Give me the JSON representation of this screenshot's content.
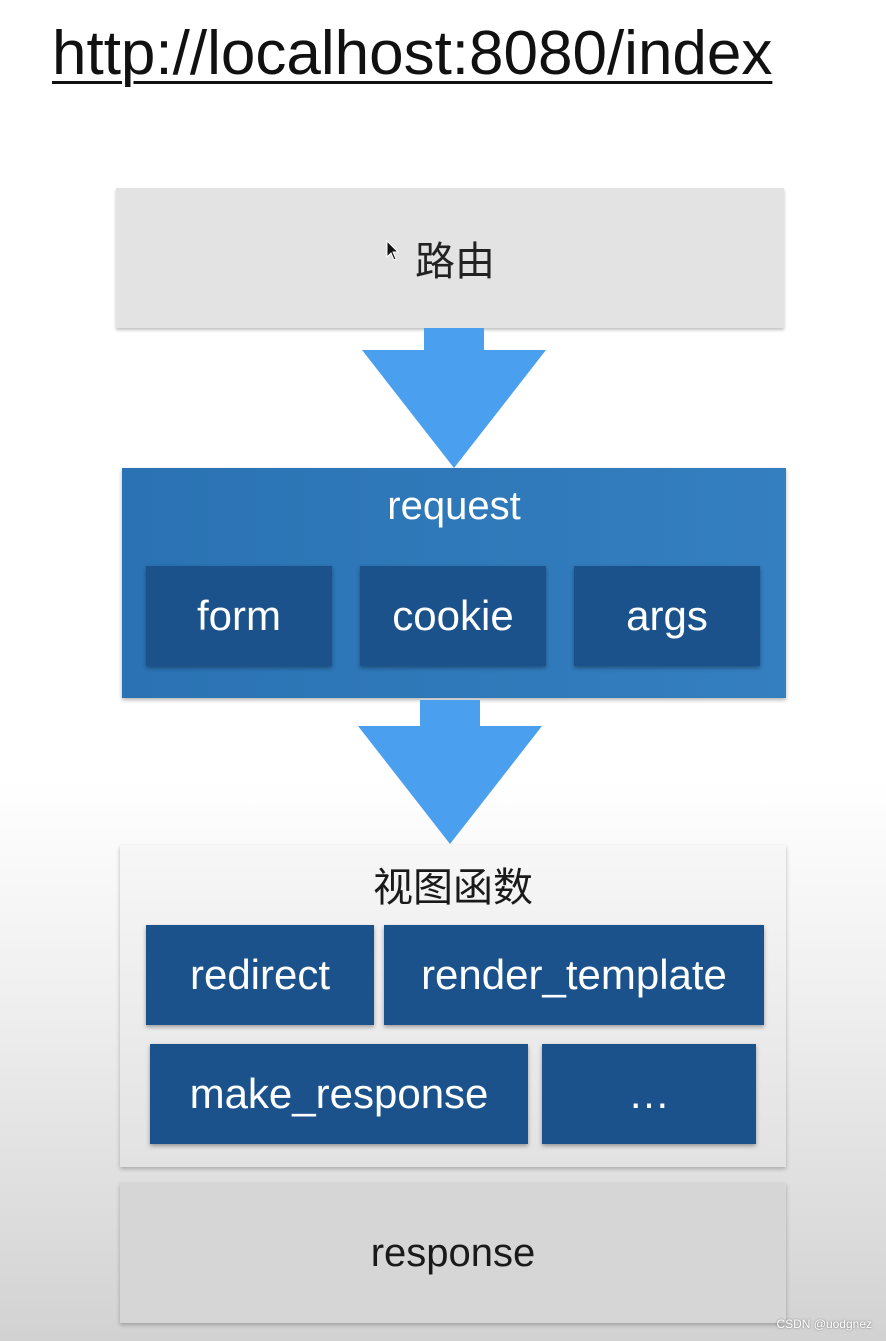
{
  "url": "http://localhost:8080/index",
  "route": {
    "label": "路由"
  },
  "request": {
    "title": "request",
    "items": [
      "form",
      "cookie",
      "args"
    ]
  },
  "view": {
    "title": "视图函数",
    "items": [
      "redirect",
      "render_template",
      "make_response",
      "…"
    ]
  },
  "response": {
    "label": "response"
  },
  "watermark": "CSDN @uodgnez",
  "colors": {
    "arrow": "#4a9fee",
    "request_bg": "#2f7aba",
    "inner_box": "#1b528b",
    "route_bg": "#e3e3e3",
    "response_bg": "#d6d6d6"
  }
}
